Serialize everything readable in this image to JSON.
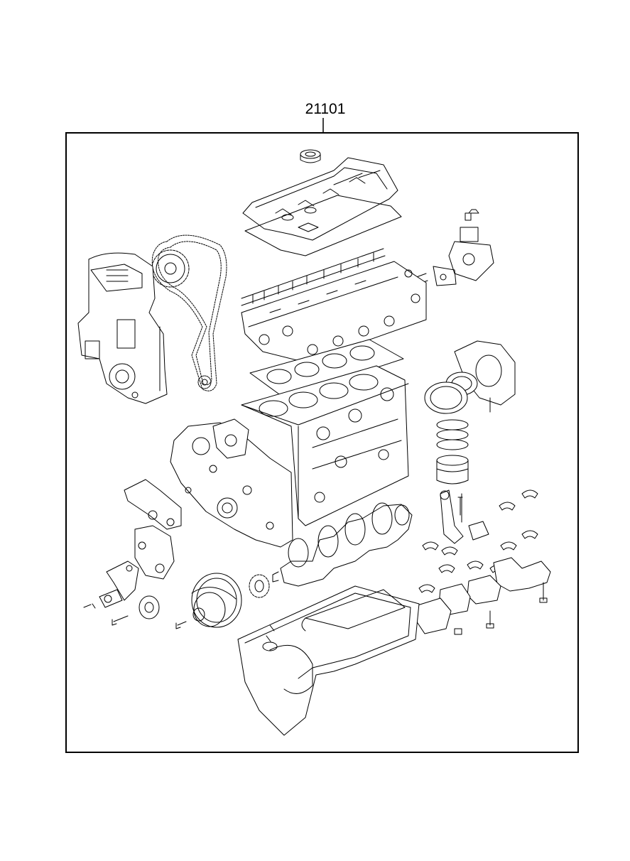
{
  "diagram": {
    "part_number": "21101",
    "colors": {
      "line": "#000000",
      "background": "#ffffff"
    },
    "parts": [
      "oil-filler-cap",
      "valve-cover",
      "valve-cover-gasket",
      "camshaft",
      "cylinder-head",
      "head-gasket",
      "timing-belt",
      "cam-sprocket",
      "timing-cover",
      "engine-block",
      "water-pump",
      "oil-pump-front-case",
      "thermostat-housing",
      "rear-oil-seal-housing",
      "oil-seal",
      "piston-rings",
      "piston",
      "connecting-rod",
      "bearing-shells",
      "main-bearing-caps",
      "crankshaft",
      "crank-sprocket",
      "crank-pulley",
      "belt-tensioner",
      "idler-pulley",
      "engine-mount-bracket",
      "oil-pan",
      "bolts"
    ]
  }
}
